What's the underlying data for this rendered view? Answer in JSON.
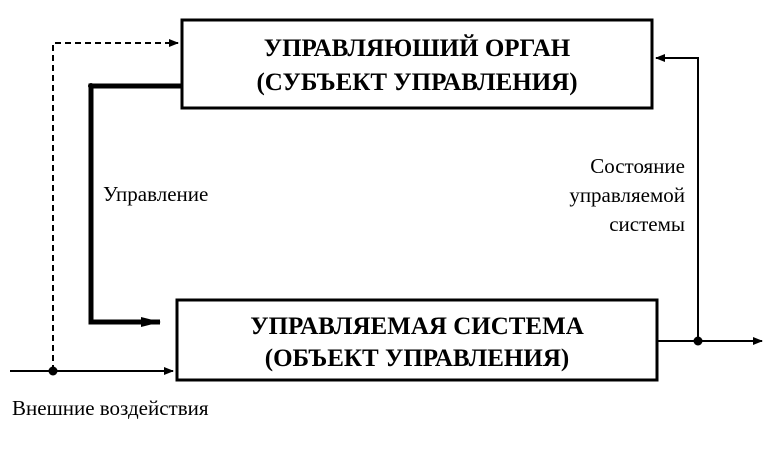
{
  "diagram": {
    "top_box": {
      "line1": "УПРАВЛЯЮШИЙ ОРГАН",
      "line2": "(СУБЪЕКТ УПРАВЛЕНИЯ)"
    },
    "bottom_box": {
      "line1": "УПРАВЛЯЕМАЯ СИСТЕМА",
      "line2": "(ОБЪЕКТ УПРАВЛЕНИЯ)"
    },
    "labels": {
      "control": "Управление",
      "state_line1": "Состояние",
      "state_line2": "управляемой",
      "state_line3": "системы",
      "external": "Внешние воздействия"
    }
  }
}
